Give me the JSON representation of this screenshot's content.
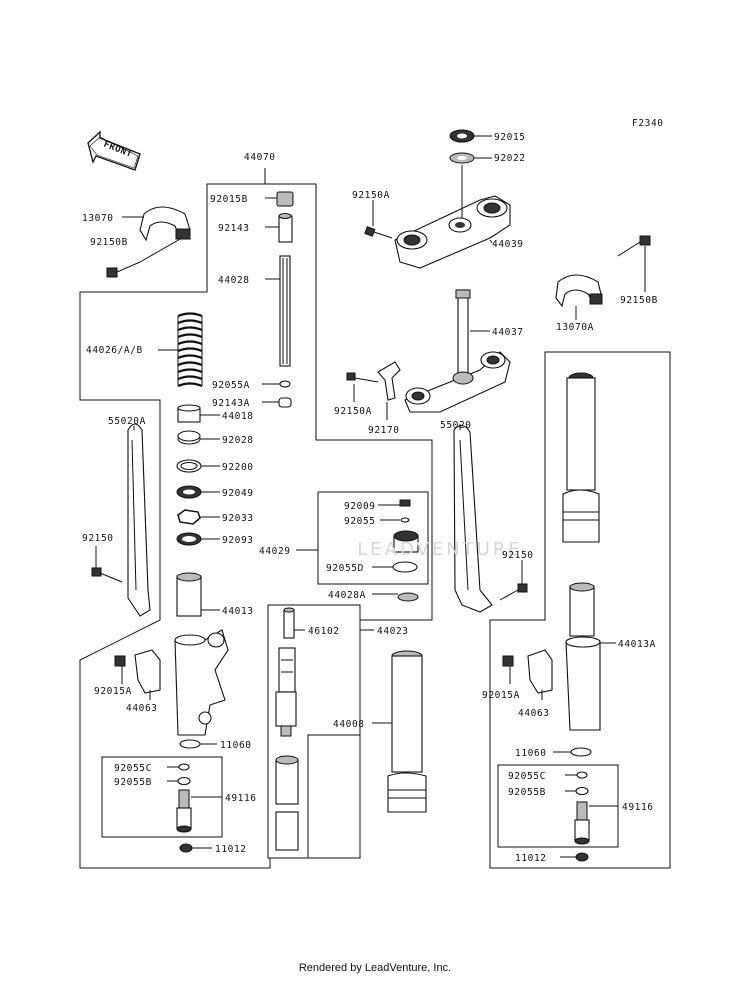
{
  "figure_code": "F2340",
  "front_label": "FRONT",
  "watermark": "LEADVENTURE",
  "footer": "Rendered by LeadVenture, Inc.",
  "labels": {
    "p44070": "44070",
    "p92015": "92015",
    "p92022": "92022",
    "p92150A_top": "92150A",
    "p44039": "44039",
    "p13070": "13070",
    "p92150B_left": "92150B",
    "p92015B": "92015B",
    "p92143": "92143",
    "p44028": "44028",
    "p44026": "44026/A/B",
    "p92055A": "92055A",
    "p92143A": "92143A",
    "p44018": "44018",
    "p92028": "92028",
    "p92200": "92200",
    "p92049": "92049",
    "p92033": "92033",
    "p92093": "92093",
    "p55020A": "55020A",
    "p92150_left": "92150",
    "p44013": "44013",
    "p92015A_left": "92015A",
    "p44063_left": "44063",
    "p11060_left": "11060",
    "p92055C_left": "92055C",
    "p92055B_left": "92055B",
    "p49116_left": "49116",
    "p11012_left": "11012",
    "p46102": "46102",
    "p44023": "44023",
    "p44008": "44008",
    "p92009": "92009",
    "p92055": "92055",
    "p44029": "44029",
    "p92055D": "92055D",
    "p44028A": "44028A",
    "p92150A_mid": "92150A",
    "p92170": "92170",
    "p44037": "44037",
    "p55020": "55020",
    "p92150_right": "92150",
    "p13070A": "13070A",
    "p92150B_right": "92150B",
    "p44013A": "44013A",
    "p92015A_right": "92015A",
    "p44063_right": "44063",
    "p11060_right": "11060",
    "p92055C_right": "92055C",
    "p92055B_right": "92055B",
    "p49116_right": "49116",
    "p11012_right": "11012"
  }
}
